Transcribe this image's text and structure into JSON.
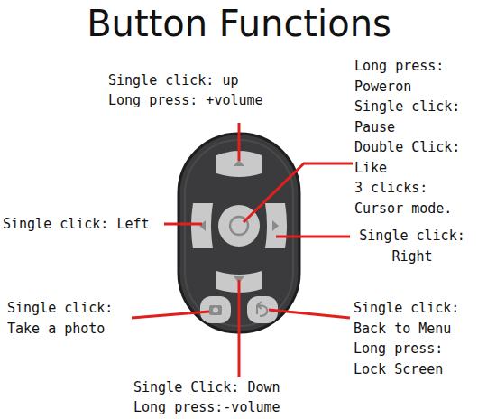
{
  "diagram": {
    "title": "Button Functions",
    "labels": [
      "Single click: up",
      "Long press: +volume",
      "Long press: Poweron",
      "Single click: Pause",
      "Double Click: Like",
      "3 clicks: Cursor mode.",
      "Single click: Left",
      "Single click: Right",
      "Single click: Take a photo",
      "Single click: Back to Menu",
      "Long press: Lock Screen",
      "Single Click: Down",
      "Long press:-volume"
    ]
  }
}
